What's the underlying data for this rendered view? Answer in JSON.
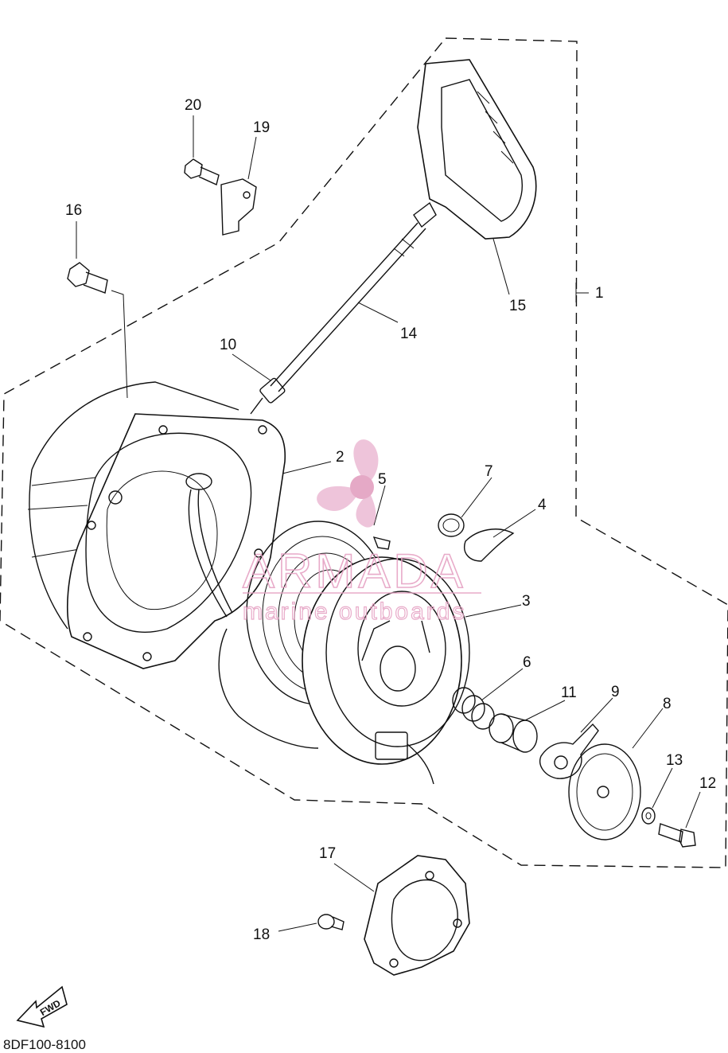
{
  "diagram": {
    "part_labels": [
      {
        "id": "1",
        "text": "1"
      },
      {
        "id": "2",
        "text": "2"
      },
      {
        "id": "3",
        "text": "3"
      },
      {
        "id": "4",
        "text": "4"
      },
      {
        "id": "5",
        "text": "5"
      },
      {
        "id": "6",
        "text": "6"
      },
      {
        "id": "7",
        "text": "7"
      },
      {
        "id": "8",
        "text": "8"
      },
      {
        "id": "9",
        "text": "9"
      },
      {
        "id": "10",
        "text": "10"
      },
      {
        "id": "11",
        "text": "11"
      },
      {
        "id": "12",
        "text": "12"
      },
      {
        "id": "13",
        "text": "13"
      },
      {
        "id": "14",
        "text": "14"
      },
      {
        "id": "15",
        "text": "15"
      },
      {
        "id": "16",
        "text": "16"
      },
      {
        "id": "17",
        "text": "17"
      },
      {
        "id": "18",
        "text": "18"
      },
      {
        "id": "19",
        "text": "19"
      },
      {
        "id": "20",
        "text": "20"
      }
    ],
    "drawing_code": "8DF100-8100",
    "direction_arrow_text": "FWD"
  },
  "watermark": {
    "brand": "ARMADA",
    "tagline": "marine outboards",
    "color": "#e6a3c4",
    "logo_icon": "propeller-icon"
  },
  "colors": {
    "line": "#111111",
    "background": "#ffffff"
  }
}
